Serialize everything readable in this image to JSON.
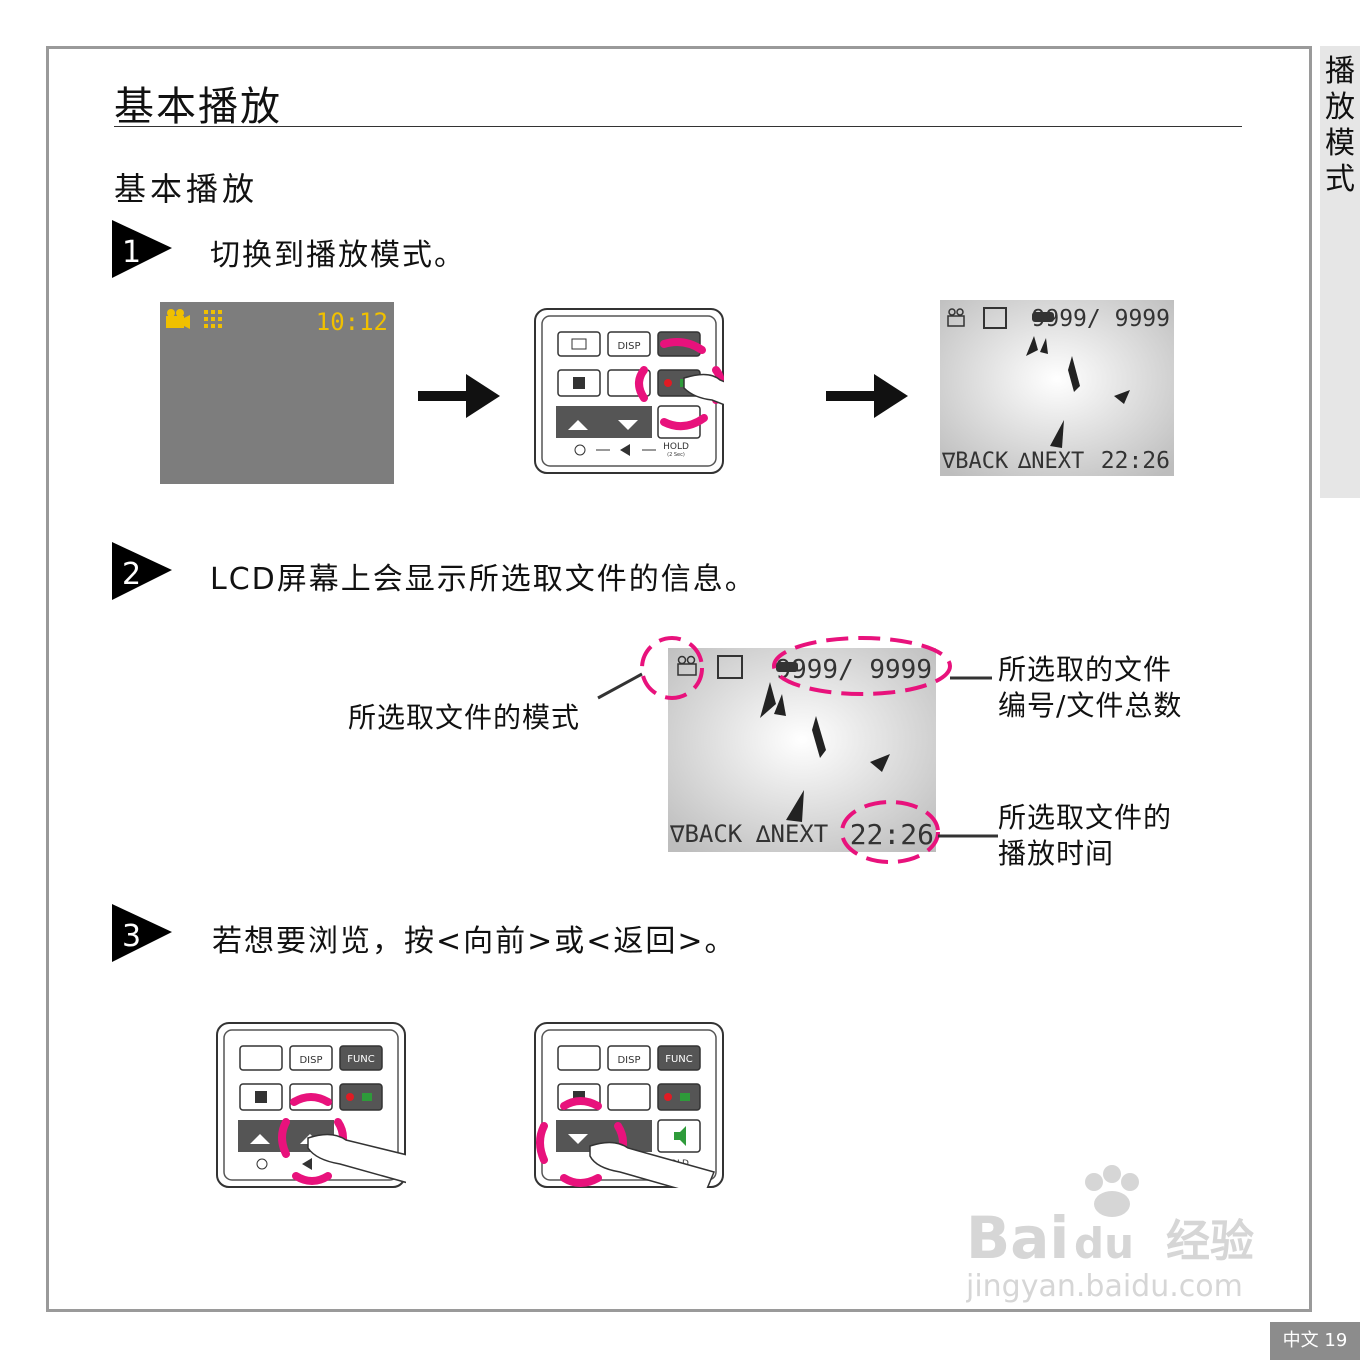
{
  "side_tab": "播放模式",
  "page_title": "基本播放",
  "section_title": "基本播放",
  "steps": [
    {
      "number": "1",
      "text": "切换到播放模式。"
    },
    {
      "number": "2",
      "text": "LCD屏幕上会显示所选取文件的信息。"
    },
    {
      "number": "3",
      "text": "若想要浏览，按<向前>或<返回>。"
    }
  ],
  "lcd_record": {
    "time": "10:12"
  },
  "lcd_playback": {
    "file_counter": "9999/ 9999",
    "back": "∇BACK",
    "next": "∆NEXT",
    "time": "22:26"
  },
  "callouts": {
    "mode": "所选取文件的模式",
    "number_line1": "所选取的文件",
    "number_line2": "编号/文件总数",
    "time_line1": "所选取文件的",
    "time_line2": "播放时间"
  },
  "remote_labels": {
    "disp": "DISP",
    "func": "FUNC",
    "hold": "HOLD",
    "hold_sub": "(2 Sec)"
  },
  "footer": "中文 19",
  "watermark": {
    "brand": "Bai",
    "brand2": "du",
    "cn": "经验",
    "url": "jingyan.baidu.com"
  },
  "colors": {
    "highlight": "#e8127c",
    "lcd_yellow": "#f0c000",
    "lcd_bg": "#7d7d7d",
    "tab_bg": "#e6e6e6"
  }
}
